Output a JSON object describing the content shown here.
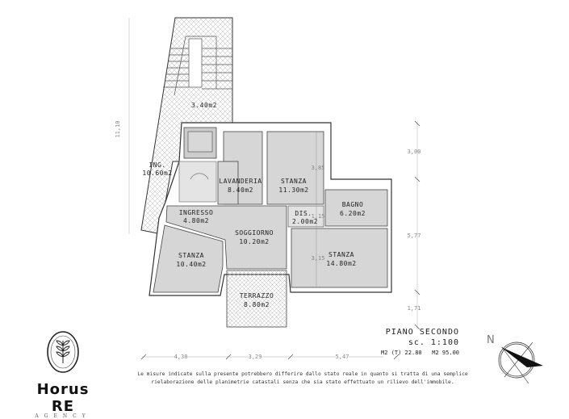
{
  "rooms": {
    "ing_upper": {
      "area": "3.40m2"
    },
    "ing": {
      "name": "ING.",
      "area": "10.60m2"
    },
    "lavanderia": {
      "name": "LAVANDERIA",
      "area": "8.40m2"
    },
    "stanza1": {
      "name": "STANZA",
      "area": "11.30m2"
    },
    "bagno": {
      "name": "BAGNO",
      "area": "6.20m2"
    },
    "ingresso": {
      "name": "INGRESSO",
      "area": "4.80m2"
    },
    "dis": {
      "name": "DIS.",
      "area": "2.00m2"
    },
    "soggiorno": {
      "name": "SOGGIORNO",
      "area": "10.20m2"
    },
    "stanza2": {
      "name": "STANZA",
      "area": "10.40m2"
    },
    "stanza3": {
      "name": "STANZA",
      "area": "14.80m2"
    },
    "terrazzo": {
      "name": "TERRAZZO",
      "area": "8.80m2"
    }
  },
  "dimensions": {
    "left_total": "11,10",
    "right": [
      "3,00",
      "5,77",
      "1,71"
    ],
    "bottom": [
      "4,38",
      "3,29",
      "5,47"
    ],
    "inner": [
      "3,85",
      "1,15",
      "3,15"
    ]
  },
  "title_block": {
    "floor": "PIANO SECONDO",
    "scale": "sc. 1:100",
    "area_t": "M2 (T) 22.80",
    "area": "M2 95.00"
  },
  "compass": {
    "north_label": "N"
  },
  "note": "Le misure indicate sulla presente potrebbero differire dallo stato reale in quanto si tratta di una semplice rielaborazione delle planimetrie catastali senza che sia stato effettuato un rilievo dell'immobile.",
  "logo": {
    "brand": "Horus RE",
    "sub": "AGENCY"
  },
  "colors": {
    "room_fill": "#d6d6d6",
    "wall": "#ffffff",
    "line": "#333333"
  }
}
